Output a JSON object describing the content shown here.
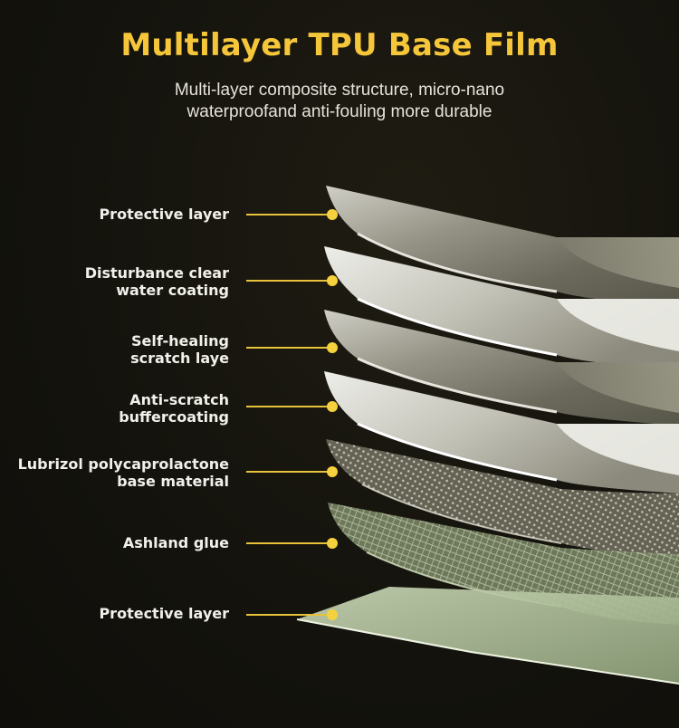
{
  "title": "Multilayer TPU Base Film",
  "subtitle": {
    "line1": "Multi-layer composite structure, micro-nano",
    "line2": "waterproofand anti-fouling more durable"
  },
  "layers": [
    {
      "lines": [
        "Protective layer"
      ]
    },
    {
      "lines": [
        "Disturbance clear",
        "water coating"
      ]
    },
    {
      "lines": [
        "Self-healing",
        "scratch laye"
      ]
    },
    {
      "lines": [
        "Anti-scratch",
        "buffercoating"
      ]
    },
    {
      "lines": [
        "Lubrizol polycaprolactone",
        "base material"
      ]
    },
    {
      "lines": [
        "Ashland glue"
      ]
    },
    {
      "lines": [
        "Protective layer"
      ]
    }
  ],
  "colors": {
    "accent": "#f6c63a",
    "connector": "#e7c23a",
    "background": "#14130d"
  }
}
